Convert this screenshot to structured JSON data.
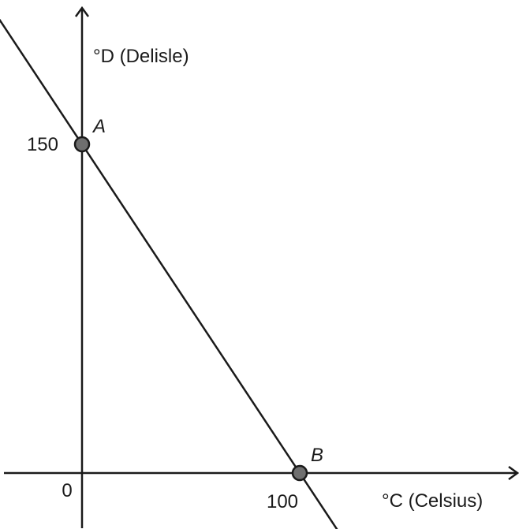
{
  "chart_data": {
    "type": "line",
    "xlabel": "°C (Celsius)",
    "ylabel": "°D (Delisle)",
    "origin_label": "0",
    "x_ticks": [
      {
        "value": 100,
        "label": "100"
      }
    ],
    "y_ticks": [
      {
        "value": 150,
        "label": "150"
      }
    ],
    "series": [
      {
        "x": [
          -40,
          125
        ],
        "y": [
          210,
          -37.5
        ]
      }
    ],
    "points": [
      {
        "name": "A",
        "x": 0,
        "y": 150
      },
      {
        "name": "B",
        "x": 100,
        "y": 0
      }
    ],
    "grid": false,
    "colors": {
      "line": "#1a1a1a",
      "point_fill": "#6f6f6f"
    }
  }
}
